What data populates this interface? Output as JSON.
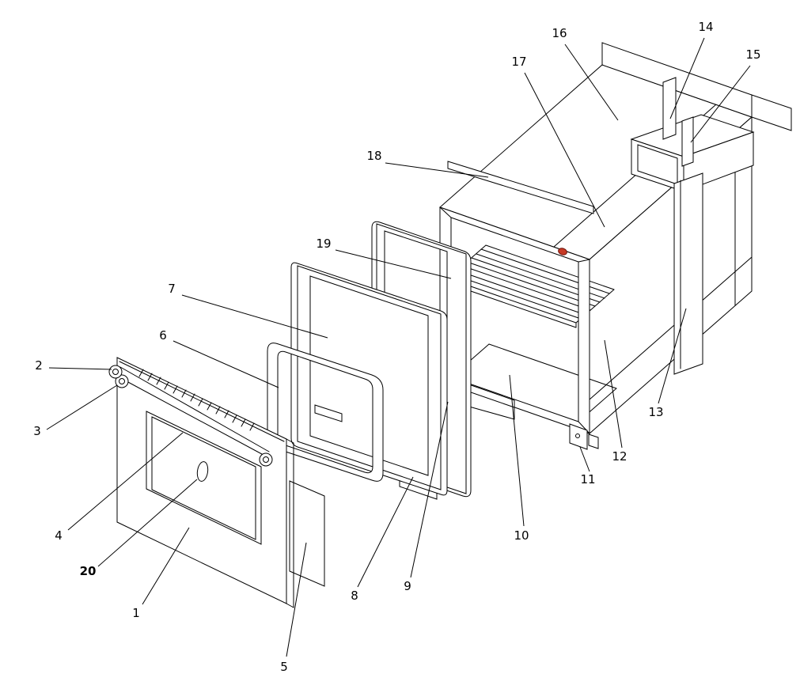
{
  "colors": {
    "background": "#ffffff",
    "line": "#000000",
    "indicator": "#c63a26",
    "label_text": "#000000"
  },
  "labels": {
    "p1": "1",
    "p2": "2",
    "p3": "3",
    "p4": "4",
    "p5": "5",
    "p6": "6",
    "p7": "7",
    "p8": "8",
    "p9": "9",
    "p10": "10",
    "p11": "11",
    "p12": "12",
    "p13": "13",
    "p14": "14",
    "p15": "15",
    "p16": "16",
    "p17": "17",
    "p18": "18",
    "p19": "19",
    "p20": "20"
  }
}
